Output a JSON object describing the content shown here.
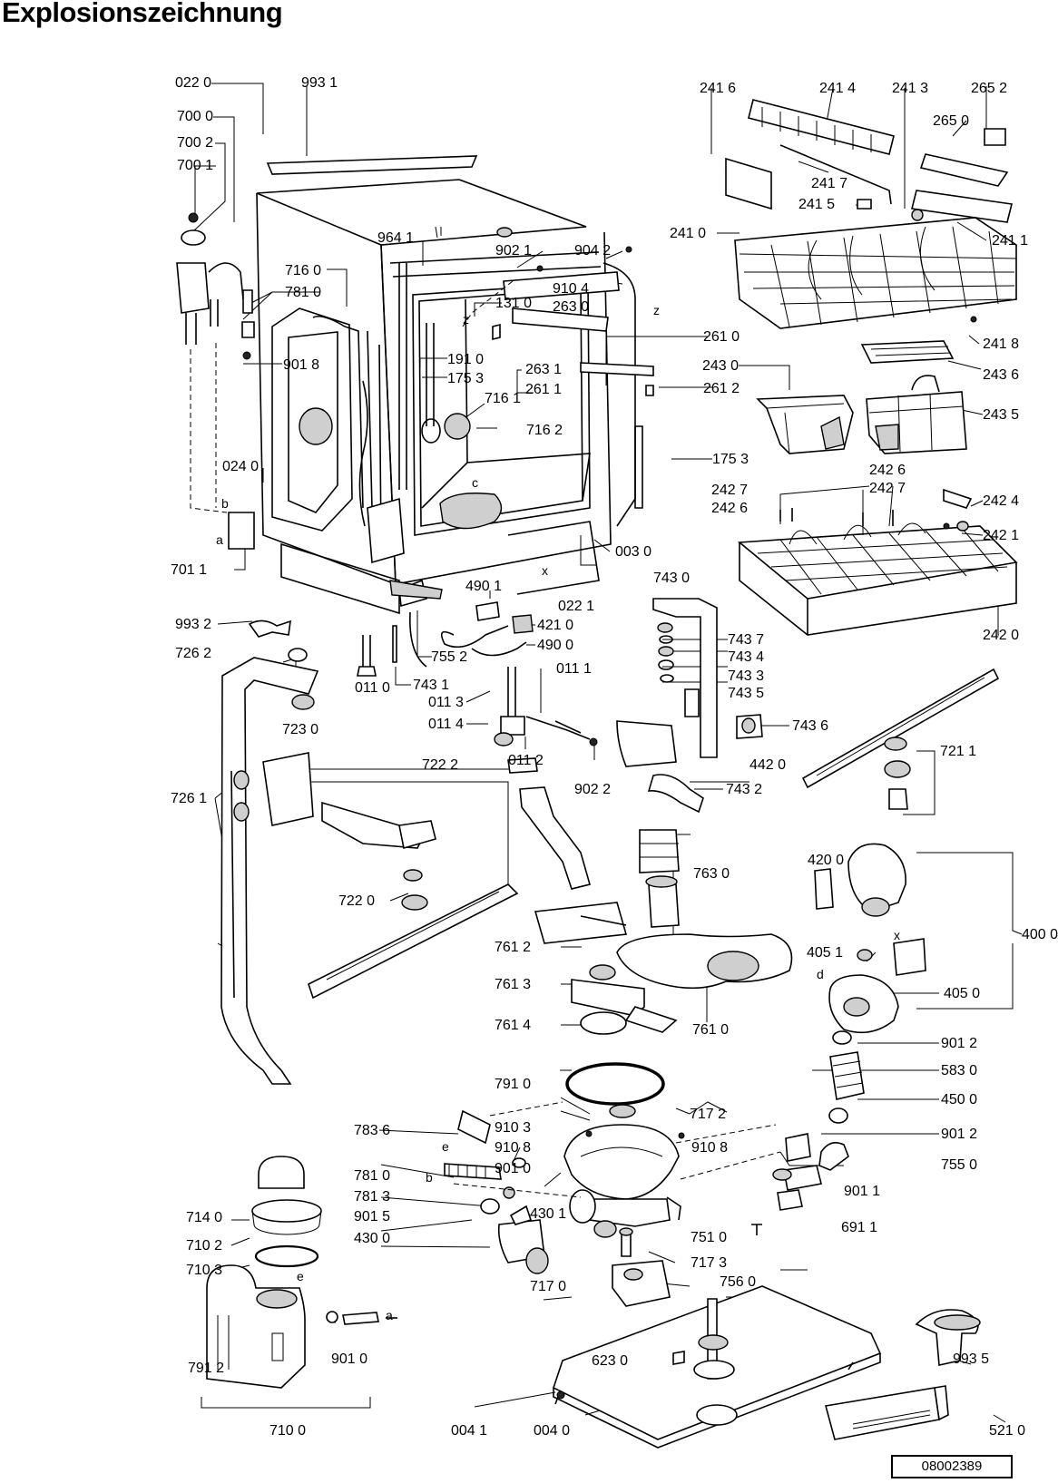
{
  "title": "Explosionszeichnung",
  "drawing_number": "08002389",
  "labels": {
    "l0220": "022 0",
    "l9931": "993 1",
    "l7000": "700 0",
    "l7002": "700 2",
    "l7001": "700 1",
    "l9641": "964 1",
    "l9021": "902 1",
    "l9042": "904 2",
    "l9104": "910 4",
    "l7160": "716 0",
    "l7810a": "781 0",
    "l1310": "131 0",
    "l2630": "263 0",
    "l9018a": "901 8",
    "l2610": "261 0",
    "l1910": "191 0",
    "l2631": "263 1",
    "l1753a": "175 3",
    "l2611": "261 1",
    "l2612": "261 2",
    "l7161": "716 1",
    "l7162": "716 2",
    "l1753b": "175 3",
    "l0240": "024 0",
    "l0030": "003 0",
    "l7011": "701 1",
    "l0221": "022 1",
    "l7430": "743 0",
    "l4901": "490 1",
    "l4210": "421 0",
    "l4900": "490 0",
    "l9932": "993 2",
    "l7552": "755 2",
    "l7431": "743 1",
    "l0111": "011 1",
    "l0110": "011 0",
    "l0113": "011 3",
    "l0114": "011 4",
    "l0112": "011 2",
    "l9022": "902 2",
    "l7262": "726 2",
    "l7230": "723 0",
    "l7222": "722 2",
    "l7261": "726 1",
    "l7220": "722 0",
    "l7437": "743 7",
    "l7434": "743 4",
    "l7433": "743 3",
    "l7435": "743 5",
    "l7436": "743 6",
    "l4420": "442 0",
    "l7432": "743 2",
    "l7211": "721 1",
    "l2416": "241 6",
    "l2414": "241 4",
    "l2413": "241 3",
    "l2652": "265 2",
    "l2650": "265 0",
    "l2417": "241 7",
    "l2415": "241 5",
    "l2410": "241 0",
    "l2411": "241 1",
    "l2418": "241 8",
    "l2430": "243 0",
    "l2436": "243 6",
    "l2435": "243 5",
    "l2426": "242 6",
    "l2427a": "242 7",
    "l2427b": "242 7",
    "l2426b": "242 6",
    "l2424": "242 4",
    "l2421": "242 1",
    "l2420": "242 0",
    "l7630": "763 0",
    "l4200": "420 0",
    "l4000": "400 0",
    "l4051": "405 1",
    "l4050": "405 0",
    "l7612": "761 2",
    "l7613": "761 3",
    "l7614": "761 4",
    "l7610": "761 0",
    "l9012a": "901 2",
    "l5830": "583 0",
    "l4500": "450 0",
    "l9012b": "901 2",
    "l7550": "755 0",
    "l9011": "901 1",
    "l7910": "791 0",
    "l9103": "910 3",
    "l7172": "717 2",
    "l7836": "783 6",
    "l9108a": "910 8",
    "l9108b": "910 8",
    "l9010": "901 0",
    "l7140": "714 0",
    "l7810b": "781 0",
    "l7813": "781 3",
    "l7102": "710 2",
    "l9015": "901 5",
    "l4301": "430 1",
    "l7510": "751 0",
    "l6911": "691 1",
    "l4300": "430 0",
    "l7103": "710 3",
    "l7173": "717 3",
    "l7170": "717 0",
    "l7560": "756 0",
    "l9935": "993 5",
    "l9010b": "901 0",
    "l7912": "791 2",
    "l6230": "623 0",
    "l5210": "521 0",
    "l0041": "004 1",
    "l0040": "004 0",
    "l7100": "710 0"
  },
  "letters": {
    "b1": "b",
    "a1": "a",
    "c1": "c",
    "x1": "x",
    "z1": "z",
    "z2": "z",
    "x2": "x",
    "d1": "d",
    "e1": "e",
    "b2": "b",
    "e2": "e",
    "a2": "a"
  }
}
